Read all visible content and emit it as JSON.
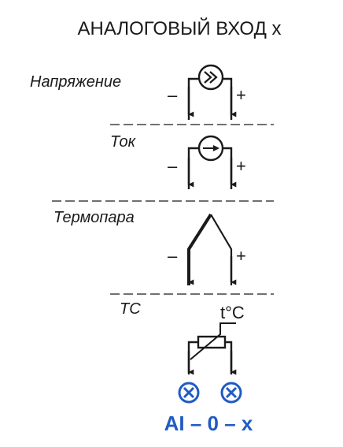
{
  "title": "АНАЛОГОВЫЙ ВХОД х",
  "sections": [
    {
      "label": "Напряжение",
      "icon": "voltage-source-icon"
    },
    {
      "label": "Ток",
      "icon": "current-source-icon"
    },
    {
      "label": "Термопара",
      "icon": "thermocouple-icon"
    },
    {
      "label": "ТС",
      "icon": "resistance-thermometer-icon"
    }
  ],
  "polarity": {
    "minus": "–",
    "plus": "+"
  },
  "rtd_label": "t°C",
  "terminal_icon": "screw-terminal-icon",
  "terminal_label": "AI – 0 – x",
  "colors": {
    "ink": "#1a1a1a",
    "terminal": "#1f5bc4"
  }
}
